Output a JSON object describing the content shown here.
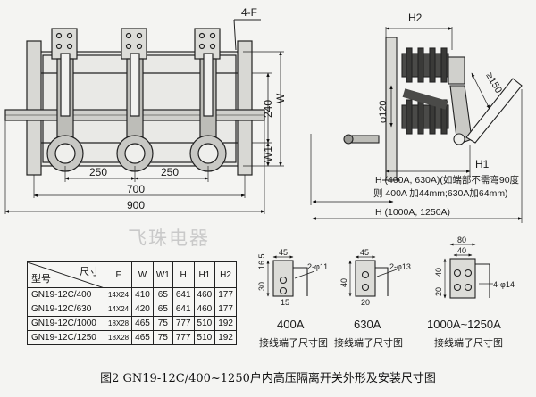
{
  "front_view": {
    "label_4f": "4-F",
    "dim_250_left": "250",
    "dim_250_right": "250",
    "dim_700": "700",
    "dim_900": "900",
    "dim_240": "240",
    "dim_w": "W",
    "dim_w1": "W1"
  },
  "side_view": {
    "dim_h2": "H2",
    "dim_150": "≥150",
    "dim_phi120": "φ120",
    "dim_h1": "H1",
    "note_line1": "H (400A, 630A)(如端部不需弯90度",
    "note_line2": "则 400A 加44mm;630A加64mm)",
    "dim_h_large": "H (1000A, 1250A)"
  },
  "watermark": "飞珠电器",
  "table": {
    "corner_top": "尺寸",
    "corner_bottom": "型号",
    "columns": [
      "F",
      "W",
      "W1",
      "H",
      "H1",
      "H2"
    ],
    "rows": [
      [
        "GN19-12C/400",
        "14X24",
        "410",
        "65",
        "641",
        "460",
        "177"
      ],
      [
        "GN19-12C/630",
        "14X24",
        "420",
        "65",
        "641",
        "460",
        "177"
      ],
      [
        "GN19-12C/1000",
        "18X28",
        "465",
        "75",
        "777",
        "510",
        "192"
      ],
      [
        "GN19-12C/1250",
        "18X28",
        "465",
        "75",
        "777",
        "510",
        "192"
      ]
    ]
  },
  "terminals": [
    {
      "rating": "400A",
      "caption": "接线端子尺寸图",
      "hole": "2-φ11",
      "dims": [
        "16.5",
        "45",
        "30",
        "15"
      ]
    },
    {
      "rating": "630A",
      "caption": "接线端子尺寸图",
      "hole": "2-φ13",
      "dims": [
        "45",
        "40",
        "20"
      ]
    },
    {
      "rating": "1000A~1250A",
      "caption": "接线端子尺寸图",
      "hole": "4-φ14",
      "dims": [
        "80",
        "40",
        "40",
        "20"
      ]
    }
  ],
  "figure_caption": "图2  GN19-12C/400~1250户内高压隔离开关外形及安装尺寸图"
}
